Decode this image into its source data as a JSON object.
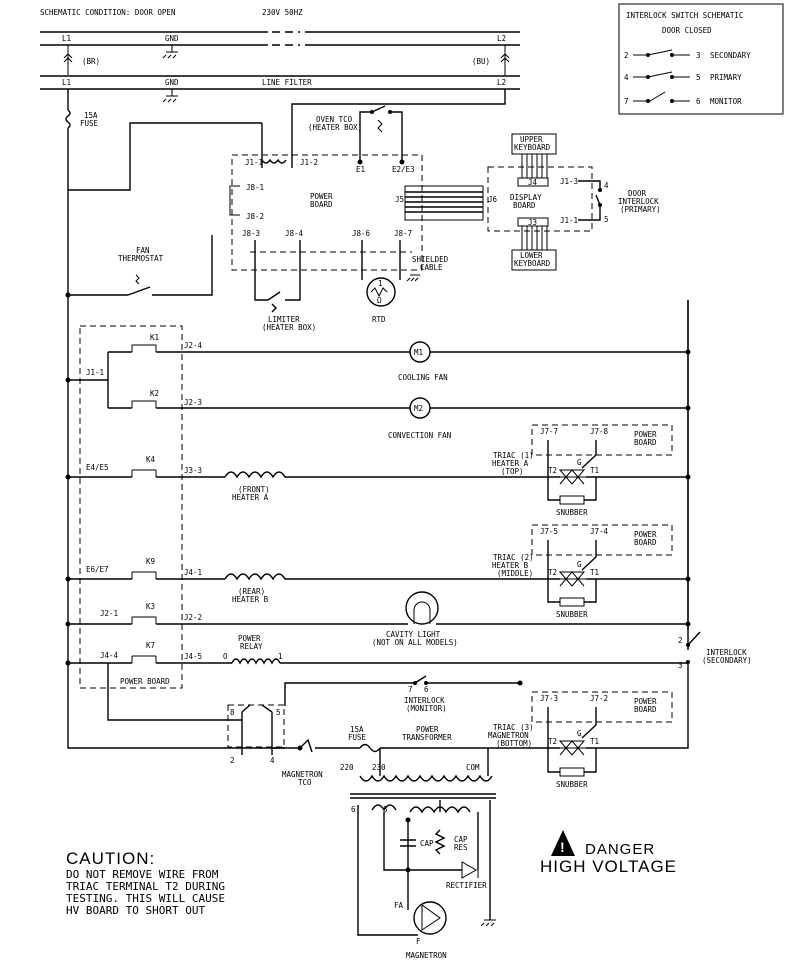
{
  "header": {
    "condition": "SCHEMATIC CONDITION: DOOR OPEN",
    "voltage": "230V 50HZ"
  },
  "rails": {
    "l1": "L1",
    "l2": "L2",
    "gnd": "GND",
    "br": "(BR)",
    "bu": "(BU)",
    "line_filter": "LINE FILTER"
  },
  "legend": {
    "title": "INTERLOCK SWITCH SCHEMATIC",
    "subtitle": "DOOR CLOSED",
    "rows": [
      {
        "a": "2",
        "b": "3",
        "label": "SECONDARY"
      },
      {
        "a": "4",
        "b": "5",
        "label": "PRIMARY"
      },
      {
        "a": "7",
        "b": "6",
        "label": "MONITOR"
      }
    ]
  },
  "labels": {
    "fuse15a": "15A",
    "fuse": "FUSE",
    "oven_tco1": "OVEN TCO",
    "oven_tco2": "(HEATER BOX)",
    "j11": "J1-1",
    "j12": "J1-2",
    "e1": "E1",
    "e2e3": "E2/E3",
    "j81": "J8-1",
    "j82": "J8-2",
    "power": "POWER",
    "board": "BOARD",
    "j5": "J5",
    "j6": "J6",
    "j4": "J4",
    "j3": "J3",
    "upper1": "UPPER",
    "upper2": "KEYBOARD",
    "lower1": "LOWER",
    "lower2": "KEYBOARD",
    "display1": "DISPLAY",
    "display2": "BOARD",
    "j13": "J1-3",
    "j1_1": "J1-1",
    "door1": "DOOR",
    "door2": "INTERLOCK",
    "door3": "(PRIMARY)",
    "n4": "4",
    "n5": "5",
    "j83": "J8-3",
    "j84": "J8-4",
    "j86": "J8-6",
    "j87": "J8-7",
    "shielded1": "SHIELDED",
    "shielded2": "CABLE",
    "fan1": "FAN",
    "fan2": "THERMOSTAT",
    "limiter1": "LIMITER",
    "limiter2": "(HEATER BOX)",
    "rtd": "RTD",
    "rtd1": "1",
    "rtd_omega": "Ω",
    "k1": "K1",
    "k2": "K2",
    "k4": "K4",
    "k9": "K9",
    "k3": "K3",
    "k7": "K7",
    "j11b": "J1-1",
    "j24": "J2-4",
    "j23": "J2-3",
    "m1": "M1",
    "m2": "M2",
    "cooling_fan": "COOLING FAN",
    "convection_fan": "CONVECTION FAN",
    "e4e5": "E4/E5",
    "j33": "J3-3",
    "front1": "(FRONT)",
    "front2": "HEATER A",
    "j77": "J7-7",
    "j78": "J7-8",
    "pb_power": "POWER",
    "pb_board": "BOARD",
    "triac1a": "TRIAC (1)",
    "triac1b": "HEATER A",
    "triac1c": "(TOP)",
    "t2": "T2",
    "t1": "T1",
    "g": "G",
    "snubber": "SNUBBER",
    "e6e7": "E6/E7",
    "j41": "J4-1",
    "rear1": "(REAR)",
    "rear2": "HEATER B",
    "j75": "J7-5",
    "j74": "J7-4",
    "triac2a": "TRIAC (2)",
    "triac2b": "HEATER B",
    "triac2c": "(MIDDLE)",
    "j21": "J2-1",
    "j22": "J2-2",
    "cavity1": "CAVITY LIGHT",
    "cavity2": "(NOT ON ALL MODELS)",
    "j44": "J4-4",
    "j45": "J4-5",
    "relay1": "POWER",
    "relay2": "RELAY",
    "relay_o": "O",
    "relay_1": "1",
    "power_board": "POWER BOARD",
    "int2": "2",
    "int3": "3",
    "int_sec1": "INTERLOCK",
    "int_sec2": "(SECONDARY)",
    "mon7": "7",
    "mon6": "6",
    "mon1": "INTERLOCK",
    "mon2": "(MONITOR)",
    "sw8": "8",
    "sw5": "5",
    "sw2": "2",
    "sw4": "4",
    "fuse15a_b": "15A",
    "fuse_b": "FUSE",
    "ptrans1": "POWER",
    "ptrans2": "TRANSFORMER",
    "j73": "J7-3",
    "j72": "J7-2",
    "triac3a": "TRIAC (3)",
    "triac3b": "MAGNETRON",
    "triac3c": "(BOTTOM)",
    "mag_tco1": "MAGNETRON",
    "mag_tco2": "TCO",
    "v220": "220",
    "v230": "230",
    "com": "COM",
    "s6": "6",
    "s5": "5",
    "cap": "CAP",
    "cap_res1": "CAP",
    "cap_res2": "RES",
    "rectifier": "RECTIFIER",
    "fa": "FA",
    "f": "F",
    "magnetron": "MAGNETRON"
  },
  "danger": {
    "line1": "DANGER",
    "line2": "HIGH VOLTAGE"
  },
  "caution": {
    "title": "CAUTION:",
    "lines": [
      "DO NOT REMOVE WIRE FROM",
      "TRIAC TERMINAL T2 DURING",
      "TESTING. THIS WILL CAUSE",
      "HV BOARD TO SHORT OUT"
    ]
  }
}
